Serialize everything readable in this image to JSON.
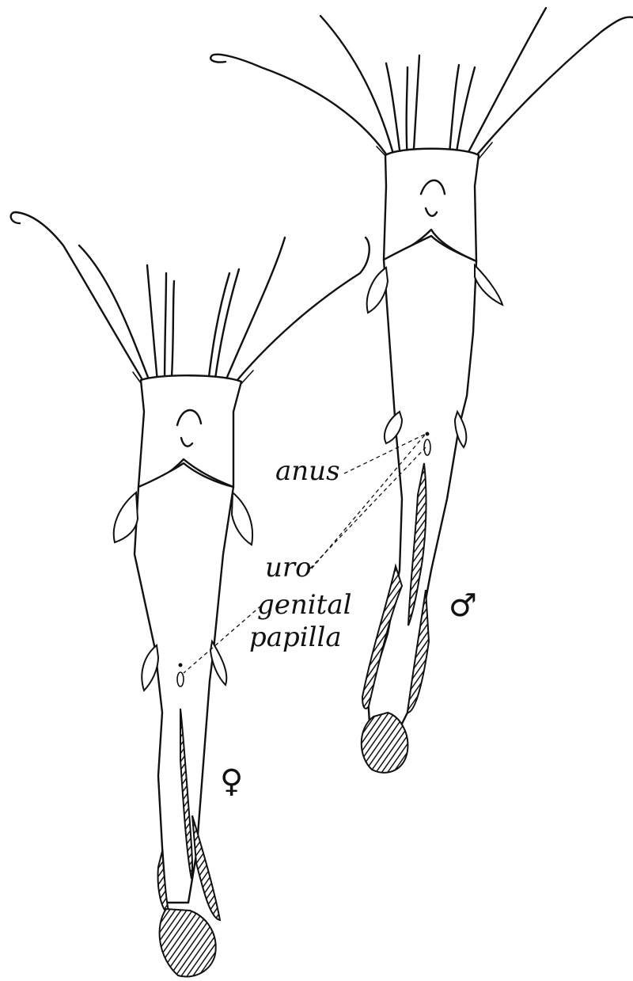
{
  "labels": {
    "anus": "anus",
    "urogenital_line1": "uro",
    "urogenital_line2": "genital",
    "urogenital_line3": "papilla",
    "female_symbol": "♀",
    "male_symbol": "♂"
  },
  "colors": {
    "ink": "#111111",
    "paper": "#ffffff"
  }
}
